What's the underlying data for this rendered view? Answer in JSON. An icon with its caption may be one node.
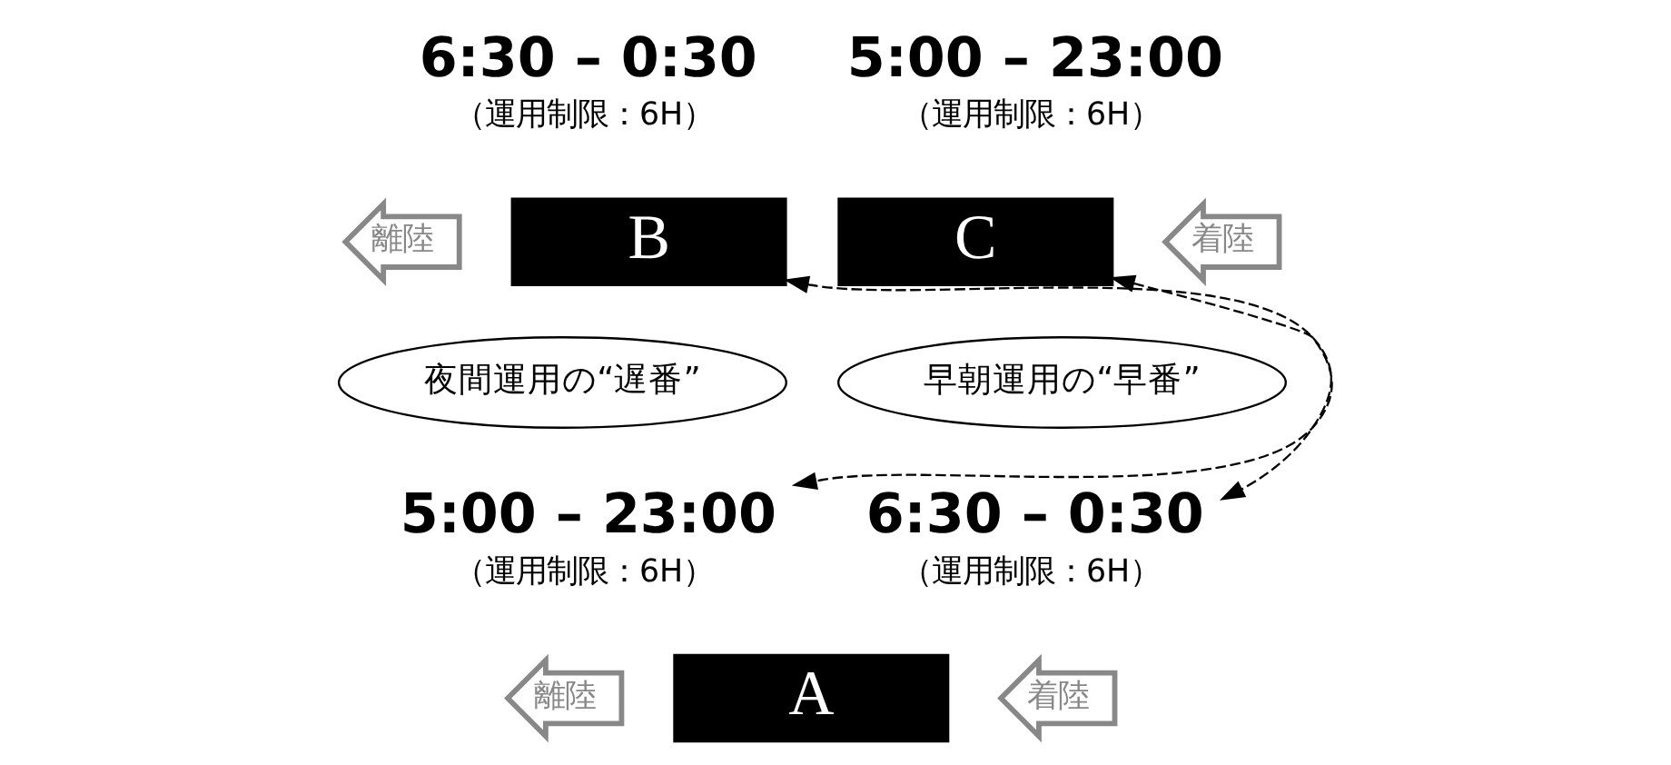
{
  "diagram": {
    "nodes": [
      {
        "text": [
          "6:30 – 0:30",
          "（運用制限：6H）"
        ]
      },
      {
        "text": [
          "離陸"
        ]
      },
      {
        "text": [
          "B"
        ]
      },
      {
        "text": [
          "5:00 – 23:00",
          "（運用制限：6H）"
        ]
      },
      {
        "text": [
          "C"
        ]
      },
      {
        "text": [
          "着陸"
        ]
      },
      {
        "text": [
          "夜間運用の“遅番”"
        ]
      },
      {
        "text": [
          "早朝運用の“早番”"
        ]
      },
      {
        "text": [
          "5:00 – 23:00",
          "（運用制限：6H）"
        ]
      },
      {
        "text": [
          "離陸"
        ]
      },
      {
        "text": [
          "A"
        ]
      },
      {
        "text": [
          "着陸"
        ]
      },
      {
        "text": [
          "6:30 – 0:30",
          "（運用制限：6H）"
        ]
      }
    ],
    "edges": [
      {
        "from": 2,
        "to": 12,
        "arrow": "both",
        "style": "dashed"
      },
      {
        "from": 4,
        "to": 8,
        "arrow": "both",
        "style": "dashed"
      }
    ]
  }
}
